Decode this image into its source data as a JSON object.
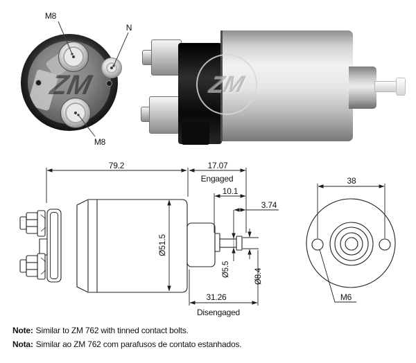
{
  "watermark": "ZM",
  "end_view": {
    "label_top_bolt": "M8",
    "label_aux_terminal": "N",
    "label_bottom_bolt": "M8"
  },
  "dims": {
    "body_length": "79.2",
    "engaged_length": "17.07",
    "engaged_word": "Engaged",
    "dim_10_1": "10.1",
    "dim_3_74": "3.74",
    "body_diameter": "Ø51.5",
    "rod_diameter": "Ø5.5",
    "collar_diameter": "Ø8.4",
    "disengaged_length": "31.26",
    "disengaged_word": "Disengaged",
    "hole_spacing": "38",
    "mount_thread": "M6"
  },
  "notes": [
    {
      "prefix": "Note:",
      "text": "Similar to ZM 762 with tinned contact bolts."
    },
    {
      "prefix": "Nota:",
      "text": "Similar ao ZM 762 com parafusos de contato estanhados."
    }
  ]
}
